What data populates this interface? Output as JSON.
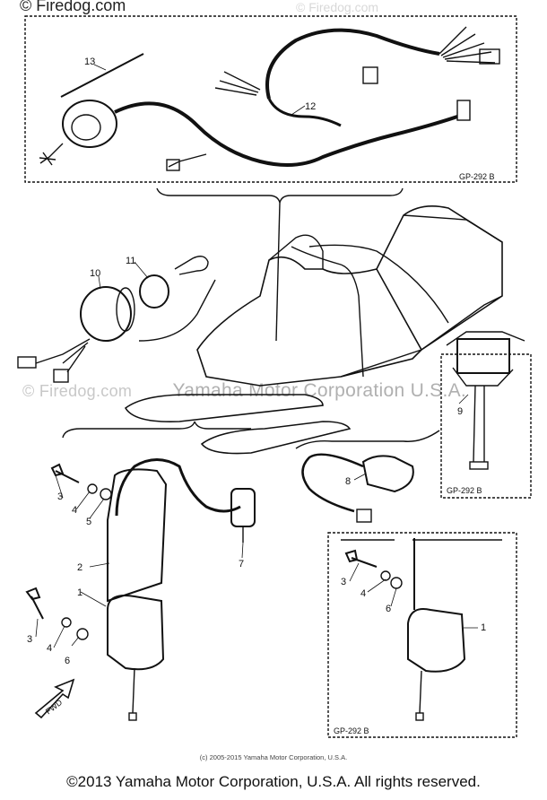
{
  "watermark_top": "© Firedog.com",
  "watermark_faint": "© Firedog.com",
  "watermark_middle_small": "© Firedog.com",
  "watermark_middle": "Yamaha Motor Corporation U.S.A.",
  "caption": "(c) 2005-2015 Yamaha Motor Corporation, U.S.A.",
  "footer": "©2013 Yamaha Motor Corporation, U.S.A. All rights reserved.",
  "box_labels": {
    "harness_box": "GP-292 B",
    "relay_box": "GP-292 B",
    "coil_box": "GP-292 B"
  },
  "callouts": {
    "c13": "13",
    "c12": "12",
    "c11": "11",
    "c10": "10",
    "c9": "9",
    "c8": "8",
    "c7": "7",
    "c3a": "3",
    "c4a": "4",
    "c5a": "5",
    "c2": "2",
    "c1a": "1",
    "c3b": "3",
    "c4b": "4",
    "c6a": "6",
    "c3c": "3",
    "c4c": "4",
    "c6b": "6",
    "c1b": "1",
    "fwd": "FWD"
  }
}
